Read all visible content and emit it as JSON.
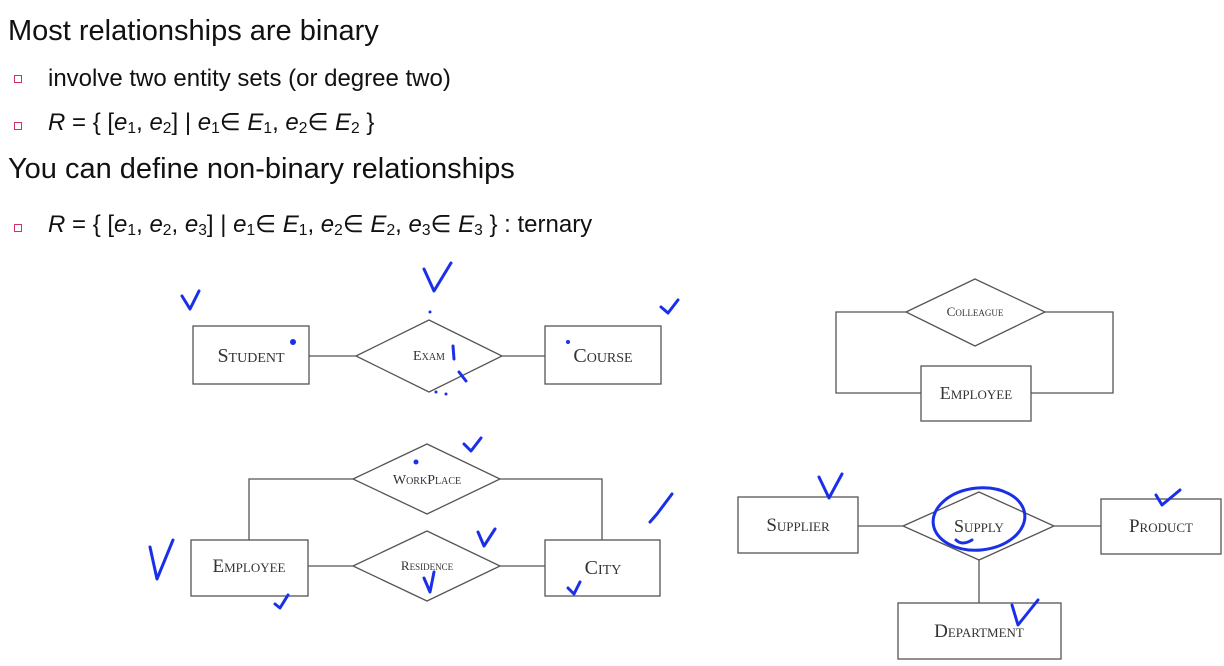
{
  "slide": {
    "heading1": "Most relationships are binary",
    "bullet1": "involve two entity sets (or degree two)",
    "bullet2": {
      "R": "R",
      "eq": " = { [",
      "e": "e",
      "s1": "1",
      "s2": "2",
      "s3": "3",
      "E": "E",
      "in": "∈",
      "comma": ", ",
      "close_bracket": "] | ",
      "close_set": " }"
    },
    "heading2": "You can define non-binary relationships",
    "bullet3": {
      "suffix": " : ternary"
    }
  },
  "diagram": {
    "student_exam_course": {
      "student": "Student",
      "exam": "Exam",
      "course": "Course"
    },
    "colleague_employee": {
      "colleague": "Colleague",
      "employee": "Employee"
    },
    "workplace_residence": {
      "workplace": "WorkPlace",
      "residence": "Residence",
      "employee": "Employee",
      "city": "City"
    },
    "supply_ternary": {
      "supplier": "Supplier",
      "supply": "Supply",
      "product": "Product",
      "department": "Department"
    }
  },
  "annotations": {
    "ink_color": "#1a2fe8"
  }
}
